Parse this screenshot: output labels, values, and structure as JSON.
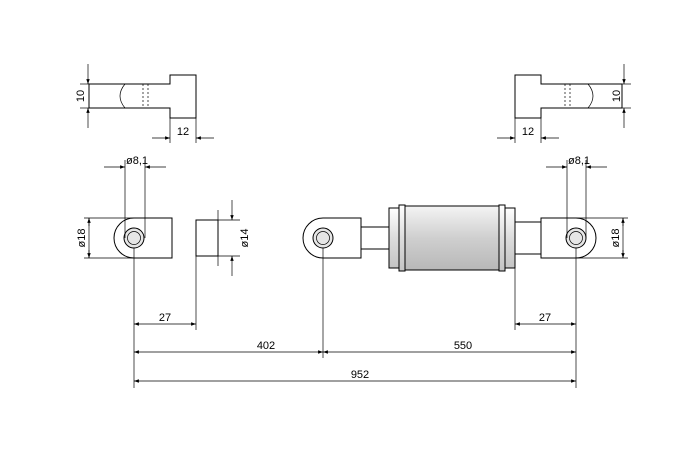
{
  "dimensions": {
    "top_left_height": "10",
    "top_left_width": "12",
    "top_right_height": "10",
    "top_right_width": "12",
    "left_hole_dia": "ø8,1",
    "left_eye_dia": "ø18",
    "rod_dia": "ø14",
    "right_hole_dia": "ø8,1",
    "right_eye_dia": "ø18",
    "left_eye_len": "27",
    "right_eye_len": "27",
    "dist_left": "402",
    "dist_right": "550",
    "total_length": "952"
  },
  "colors": {
    "line": "#000000",
    "background": "#ffffff",
    "hole_fill": "#e6e6e6"
  }
}
